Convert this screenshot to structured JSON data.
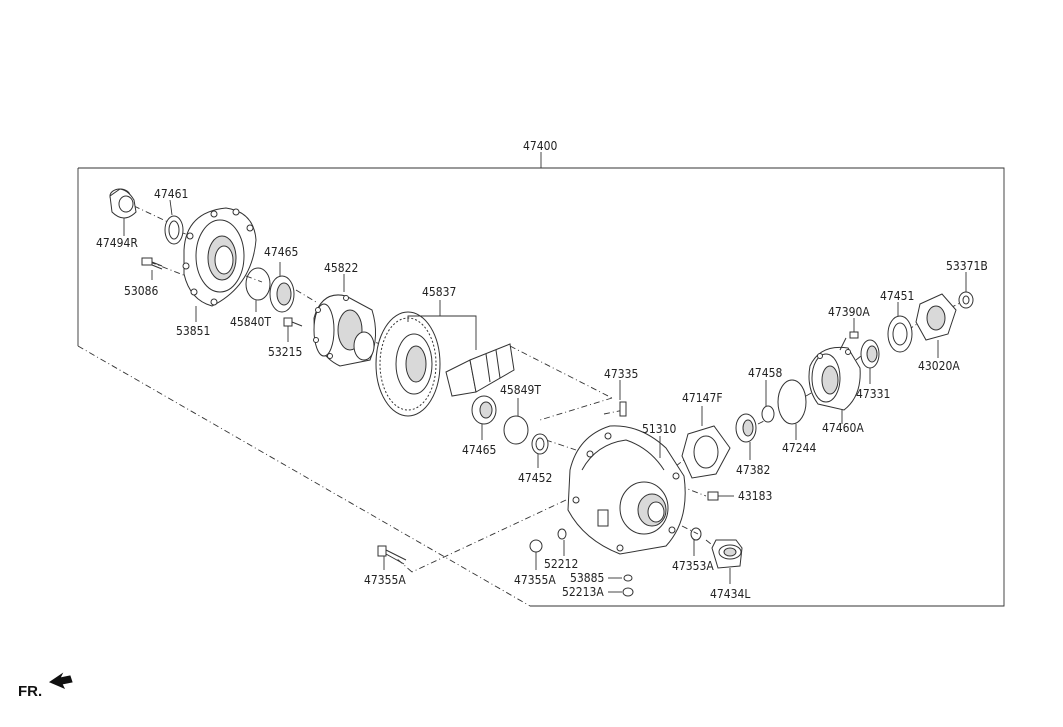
{
  "assembly_label": "47400",
  "fr_label": "FR.",
  "labels": {
    "p47461": "47461",
    "p47494R": "47494R",
    "p53086": "53086",
    "p53851": "53851",
    "p47465a": "47465",
    "p45840T": "45840T",
    "p53215": "53215",
    "p45822": "45822",
    "p45837": "45837",
    "p45849T": "45849T",
    "p47465b": "47465",
    "p47452": "47452",
    "p47335": "47335",
    "p51310": "51310",
    "p47147F": "47147F",
    "p47458": "47458",
    "p47382": "47382",
    "p47244": "47244",
    "p47390A": "47390A",
    "p47451": "47451",
    "p53371B": "53371B",
    "p47331": "47331",
    "p43020A": "43020A",
    "p47460A": "47460A",
    "p43183": "43183",
    "p52212": "52212",
    "p47355A_left": "47355A",
    "p47355A_mid": "47355A",
    "p53885": "53885",
    "p52213A": "52213A",
    "p47353A": "47353A",
    "p47434L": "47434L"
  }
}
